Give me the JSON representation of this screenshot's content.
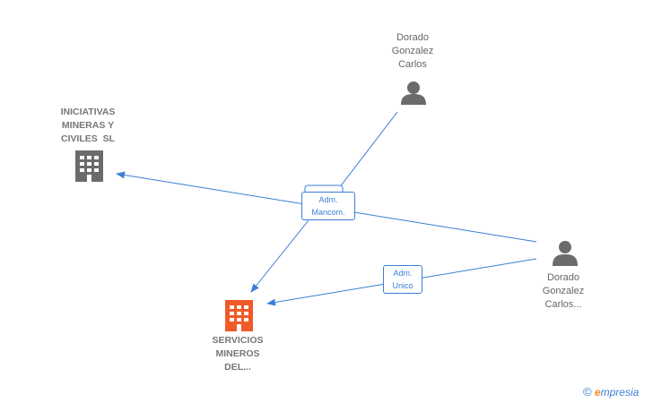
{
  "colors": {
    "edge": "#3a7fd5",
    "person": "#6b6b6b",
    "company": "#6b6b6b",
    "main_company": "#f05a28",
    "brand_orange": "#f08a1c"
  },
  "nodes": {
    "person_top": {
      "lines": [
        "Dorado",
        "Gonzalez",
        "Carlos"
      ],
      "icon": "person-icon"
    },
    "person_right": {
      "lines": [
        "Dorado",
        "Gonzalez",
        "Carlos..."
      ],
      "icon": "person-icon"
    },
    "company_left": {
      "lines": [
        "INICIATIVAS",
        "MINERAS Y",
        "CIVILES  SL"
      ],
      "icon": "building-icon"
    },
    "company_main": {
      "lines": [
        "SERVICIOS",
        "MINEROS",
        "DEL..."
      ],
      "icon": "building-icon"
    }
  },
  "badges": {
    "mancom": {
      "lines": [
        "Adm.",
        "Mancom."
      ]
    },
    "unico": {
      "lines": [
        "Adm.",
        "Unico"
      ]
    }
  },
  "brand": {
    "copyright": "©",
    "e": "e",
    "rest": "mpresia"
  }
}
